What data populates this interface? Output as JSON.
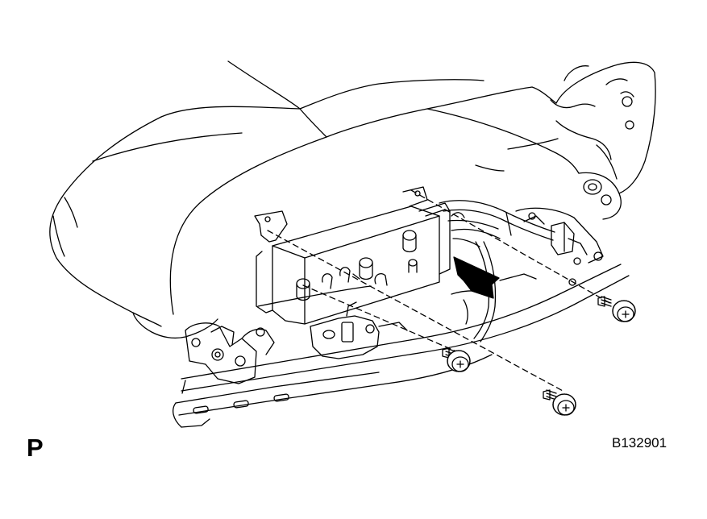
{
  "figure": {
    "view_letter": "P",
    "figure_code": "B132901",
    "line_color": "#000000",
    "background": "#ffffff"
  },
  "parts": [
    {
      "name": "seat-cushion",
      "icon": "seat-cushion-outline"
    },
    {
      "name": "seat-track-frame",
      "icon": "seat-rail-outline"
    },
    {
      "name": "control-module",
      "icon": "ecu-module-outline"
    },
    {
      "name": "wire-harness",
      "icon": "wire-harness-outline"
    },
    {
      "name": "direction-arrow",
      "icon": "solid-arrow"
    },
    {
      "name": "screw",
      "icon": "screw-icon",
      "count": 3
    }
  ]
}
